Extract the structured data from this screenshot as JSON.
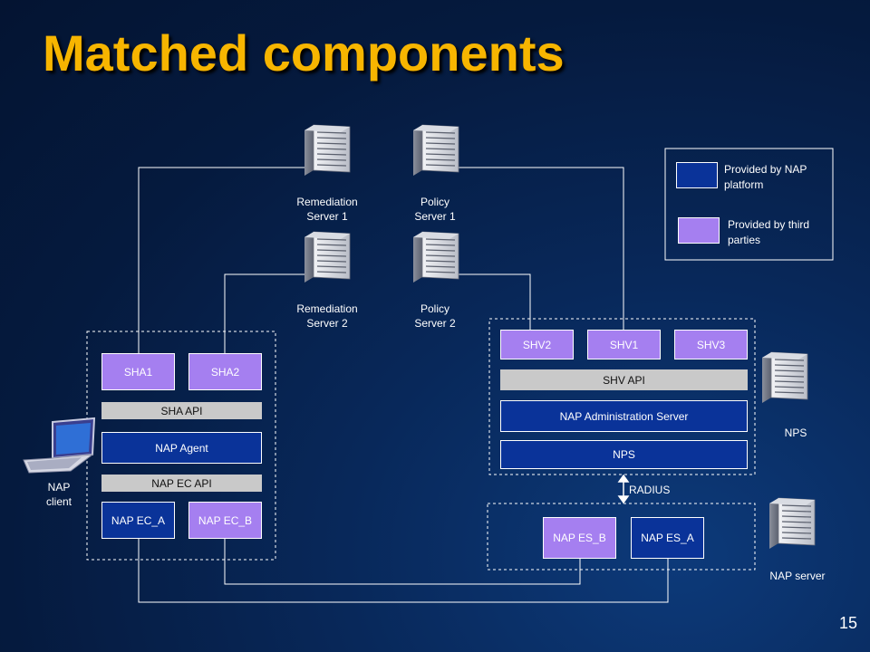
{
  "title": "Matched components",
  "page_number": "15",
  "legend": {
    "nap_platform": "Provided by NAP platform",
    "third_parties": "Provided by third parties",
    "nap_color": "#0a3399",
    "third_color": "#a57ff0"
  },
  "servers": {
    "remediation1": "Remediation Server 1",
    "policy1": "Policy Server 1",
    "remediation2": "Remediation Server 2",
    "policy2": "Policy Server 2",
    "nps": "NPS",
    "nap_server": "NAP server",
    "nap_client": "NAP client"
  },
  "client": {
    "sha1": "SHA1",
    "sha2": "SHA2",
    "sha_api": "SHA API",
    "nap_agent": "NAP Agent",
    "nap_ec_api": "NAP EC API",
    "nap_ec_a": "NAP EC_A",
    "nap_ec_b": "NAP EC_B"
  },
  "server_side": {
    "shv2": "SHV2",
    "shv1": "SHV1",
    "shv3": "SHV3",
    "shv_api": "SHV API",
    "nap_admin": "NAP Administration Server",
    "nps": "NPS",
    "radius": "RADIUS",
    "nap_es_b": "NAP ES_B",
    "nap_es_a": "NAP ES_A"
  }
}
